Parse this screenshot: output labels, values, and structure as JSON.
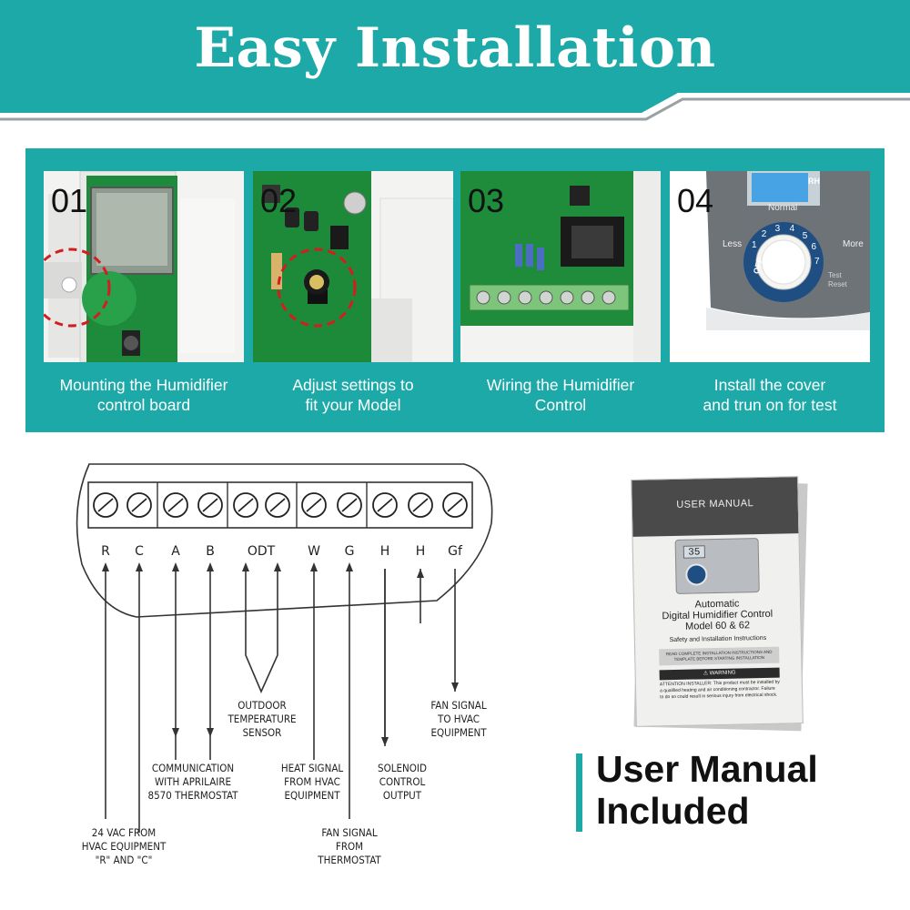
{
  "header": {
    "title": "Easy Installation",
    "color": "#1ca9a8"
  },
  "steps": [
    {
      "number": "01",
      "caption_line1": "Mounting the Humidifier",
      "caption_line2": "control board"
    },
    {
      "number": "02",
      "caption_line1": "Adjust settings to",
      "caption_line2": "fit your Model"
    },
    {
      "number": "03",
      "caption_line1": "Wiring the Humidifier",
      "caption_line2": "Control"
    },
    {
      "number": "04",
      "caption_line1": "Install the cover",
      "caption_line2": "and trun on for test"
    }
  ],
  "step4_device": {
    "label_normal": "Normal",
    "label_less": "Less",
    "label_more": "More",
    "label_off": "OFF",
    "label_test": "Test",
    "label_reset": "Reset",
    "rh_unit": "RH",
    "dial_numbers": [
      "1",
      "2",
      "3",
      "4",
      "5",
      "6",
      "7"
    ]
  },
  "wiring": {
    "terminals": [
      "R",
      "C",
      "A",
      "B",
      "ODT",
      "W",
      "G",
      "H",
      "H",
      "Gf"
    ],
    "labels": {
      "outdoor": [
        "OUTDOOR",
        "TEMPERATURE",
        "SENSOR"
      ],
      "fan_hvac": [
        "FAN SIGNAL",
        "TO HVAC",
        "EQUIPMENT"
      ],
      "communication": [
        "COMMUNICATION",
        "WITH APRILAIRE",
        "8570 THERMOSTAT"
      ],
      "heat": [
        "HEAT SIGNAL",
        "FROM HVAC",
        "EQUIPMENT"
      ],
      "solenoid": [
        "SOLENOID",
        "CONTROL",
        "OUTPUT"
      ],
      "vac": [
        "24 VAC FROM",
        "HVAC EQUIPMENT",
        "\"R\" AND \"C\""
      ],
      "fan_thermostat": [
        "FAN SIGNAL",
        "FROM",
        "THERMOSTAT"
      ]
    }
  },
  "manual": {
    "band_title": "USER MANUAL",
    "device_lcd": "35",
    "heading_line1": "Automatic",
    "heading_line2": "Digital Humidifier Control",
    "heading_line3": "Model 60 & 62",
    "subheading": "Safety and Installation Instructions",
    "read_box": "READ COMPLETE INSTALLATION INSTRUCTIONS AND TEMPLATE BEFORE STARTING INSTALLATION",
    "warning_head": "⚠ WARNING",
    "warning_text": "ATTENTION INSTALLER: This product must be installed by a qualified heating and air conditioning contractor. Failure to do so could result in serious injury from electrical shock."
  },
  "user_manual_included": {
    "line1": "User Manual",
    "line2": "Included"
  }
}
